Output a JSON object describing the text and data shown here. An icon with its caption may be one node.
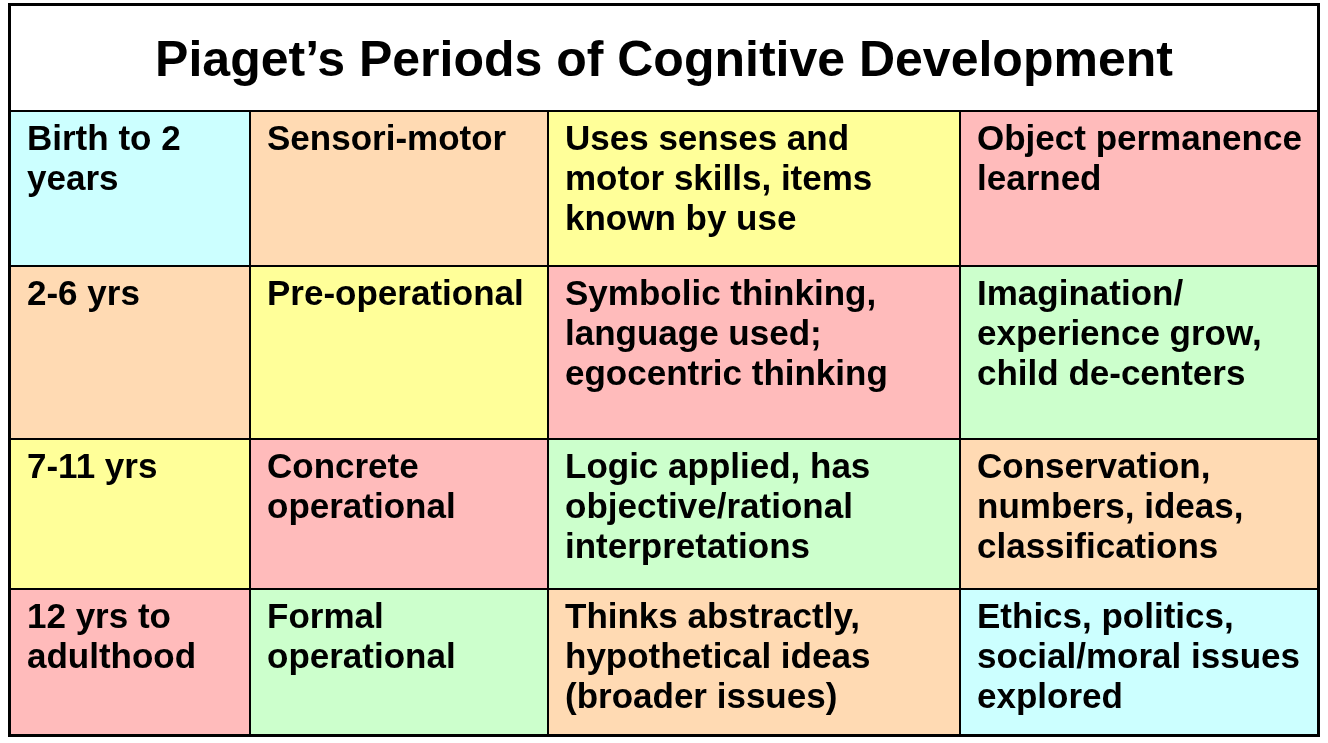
{
  "diagram": {
    "title": "Piaget’s Periods of Cognitive Development",
    "labels": [
      "Birth to 2 years",
      "Sensori-motor",
      "Uses senses and motor skills, items known by use",
      "Object permanence learned",
      "2-6 yrs",
      "Pre-operational",
      "Symbolic thinking, language used; egocentric thinking",
      "Imagination/ experience grow, child de-centers",
      "7-11 yrs",
      "Concrete operational",
      "Logic applied, has objective/rational interpretations",
      "Conservation, numbers, ideas, classifications",
      "12 yrs to adulthood",
      "Formal operational",
      "Thinks abstractly, hypothetical ideas (broader issues)",
      "Ethics, politics, social/moral issues explored"
    ]
  }
}
